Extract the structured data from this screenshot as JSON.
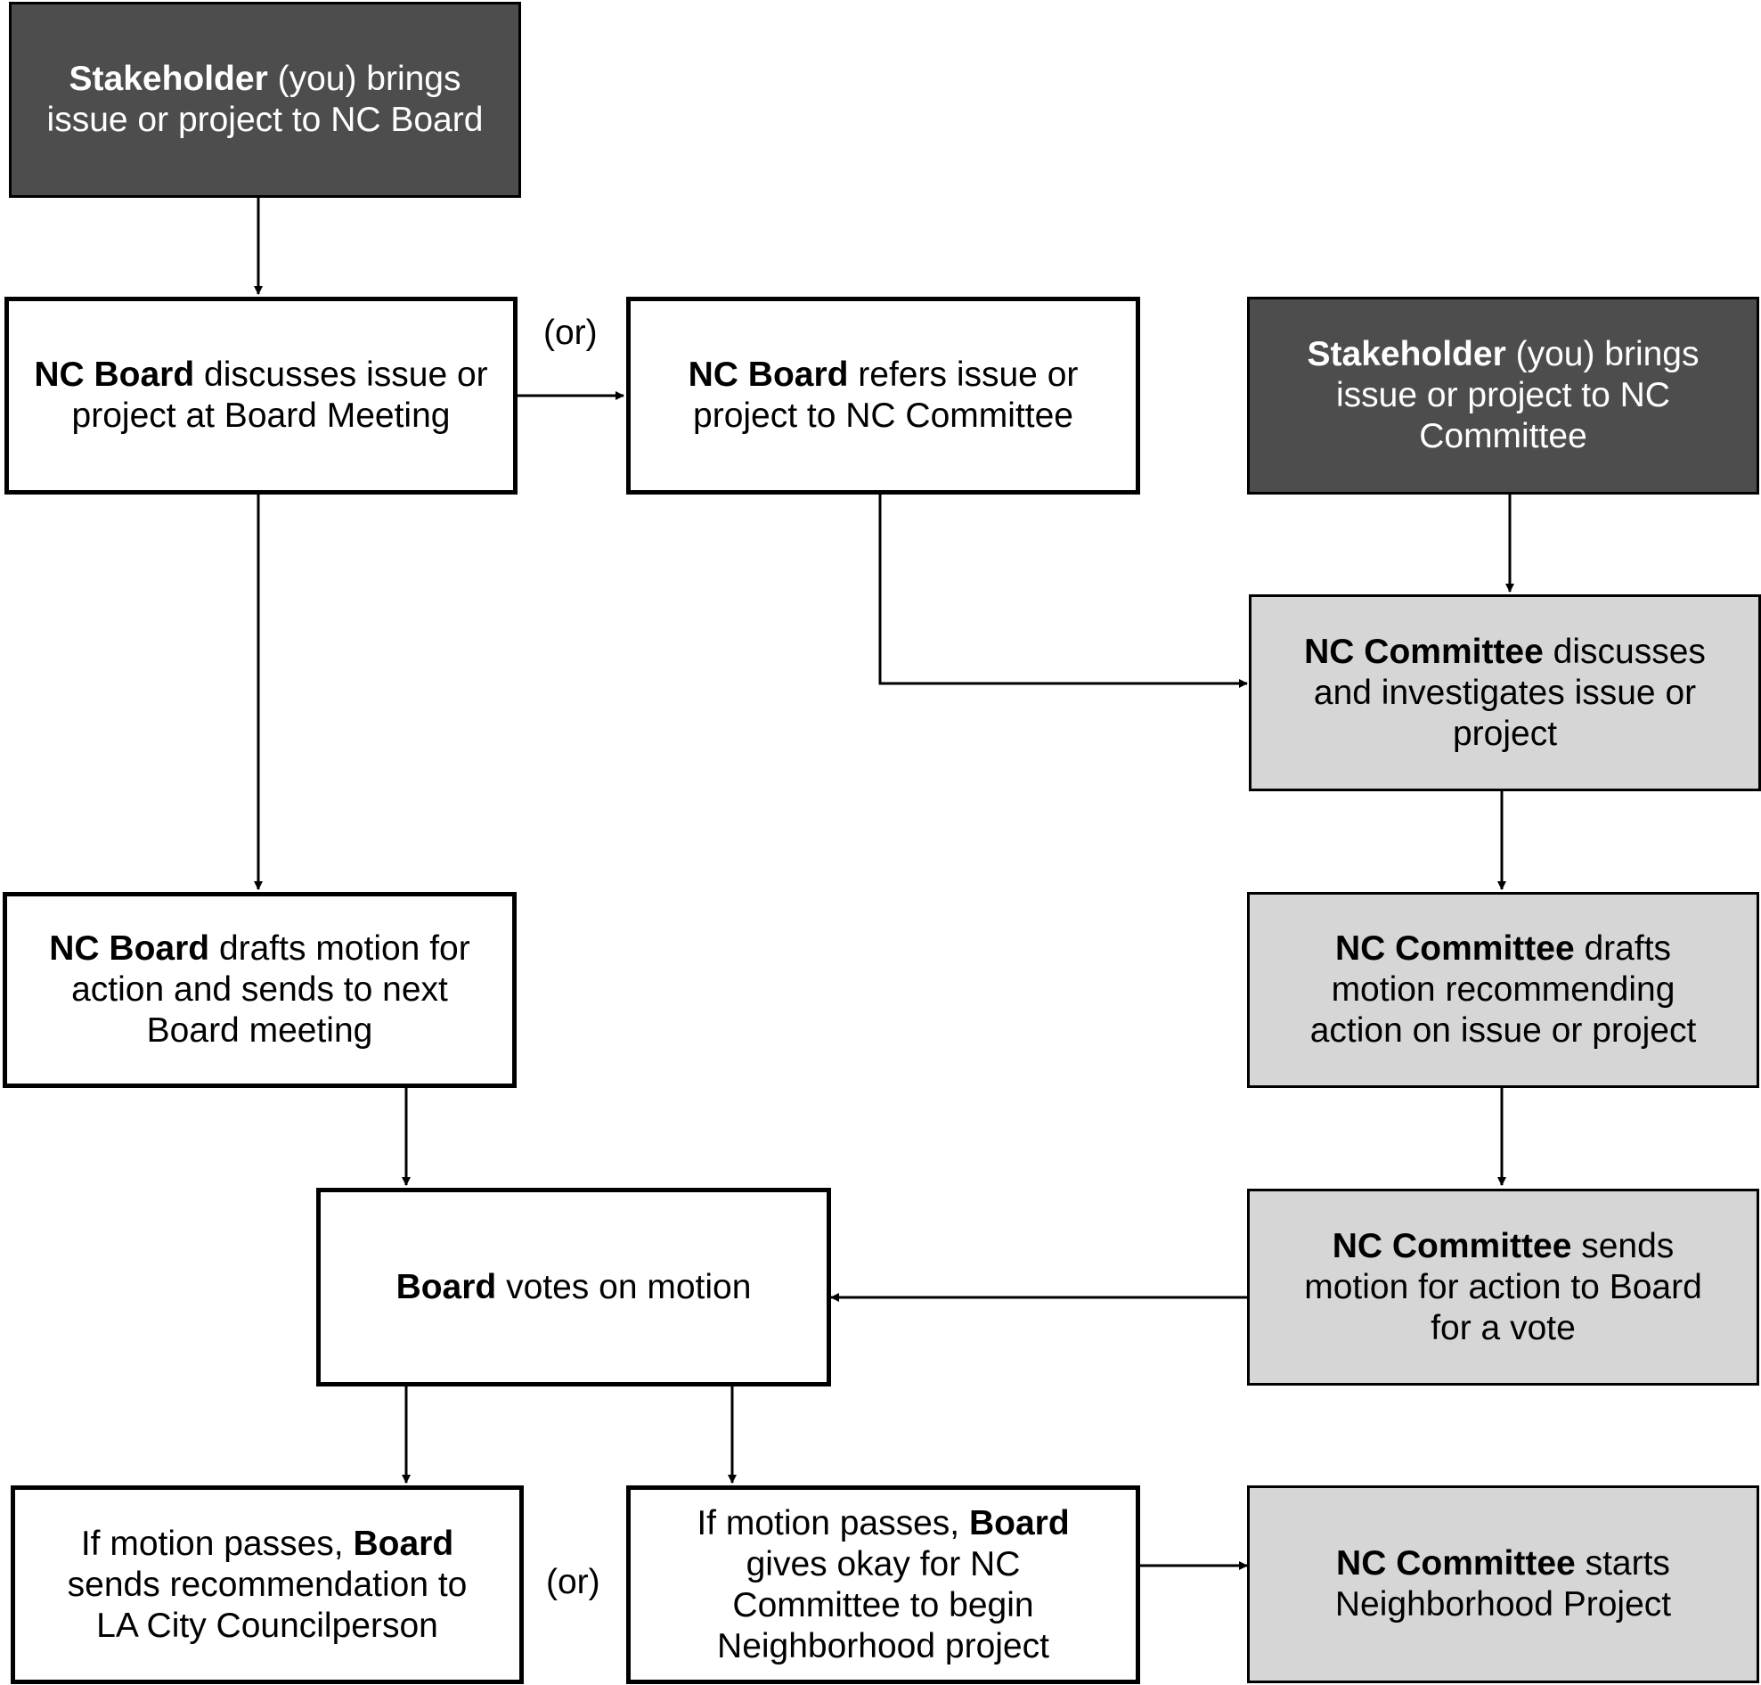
{
  "or_label": "(or)",
  "boxes": {
    "b1": {
      "bold": "Stakeholder",
      "rest": " (you) brings issue or project to NC Board"
    },
    "b2": {
      "bold": "NC Board",
      "rest": " discusses issue or project at Board Meeting"
    },
    "b3": {
      "bold": "NC Board",
      "rest": " refers issue or project to NC Committee"
    },
    "b4": {
      "bold": "Stakeholder",
      "rest": " (you) brings issue or project to NC Committee"
    },
    "b5": {
      "bold": "NC Committee",
      "rest": " discusses and investigates issue or project"
    },
    "b6": {
      "bold": "NC Board",
      "rest": " drafts motion for action and sends to next Board meeting"
    },
    "b7": {
      "bold": "NC Committee",
      "rest": " drafts motion recommending action on issue or project"
    },
    "b8": {
      "bold": "Board",
      "rest": " votes on motion"
    },
    "b9": {
      "bold": "NC Committee",
      "rest": " sends motion for action to Board for a vote"
    },
    "b10": {
      "pre": "If motion passes, ",
      "bold": "Board",
      "rest": " sends recommendation to LA City Councilperson"
    },
    "b11": {
      "pre": "If motion passes, ",
      "bold": "Board",
      "rest": " gives okay for NC Committee to begin Neighborhood project"
    },
    "b12": {
      "bold": "NC Committee",
      "rest": " starts Neighborhood Project"
    }
  }
}
